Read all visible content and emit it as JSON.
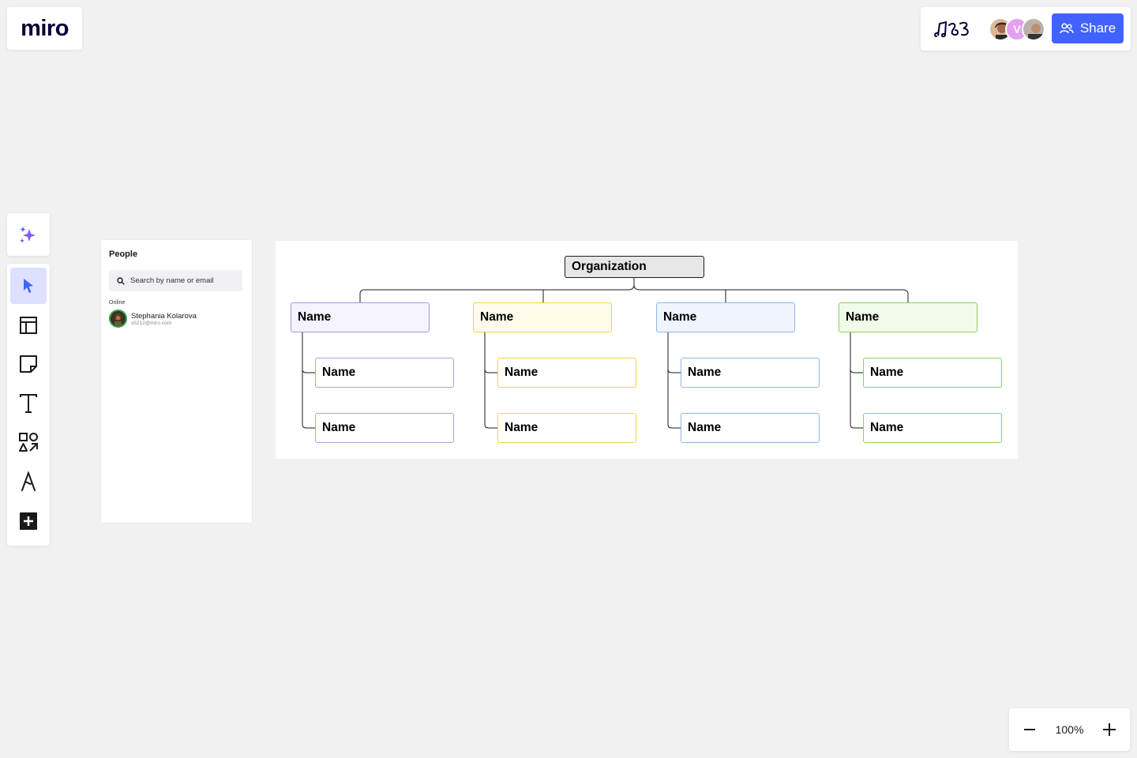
{
  "app": {
    "logo_text": "miro"
  },
  "header": {
    "reactions_icon": "collaboration-squiggle-icon",
    "avatars": [
      {
        "kind": "photo",
        "color": "#6b3b2a"
      },
      {
        "kind": "initial",
        "initial": "V",
        "color": "#e3a0f2"
      },
      {
        "kind": "photo",
        "color": "#3c3c3c"
      }
    ],
    "share_label": "Share",
    "share_color": "#4262ff"
  },
  "toolbar": {
    "ai_icon": "sparkles-icon",
    "tools": [
      {
        "name": "select",
        "icon": "cursor-icon",
        "active": true
      },
      {
        "name": "templates",
        "icon": "layout-icon",
        "active": false
      },
      {
        "name": "sticky-note",
        "icon": "sticky-note-icon",
        "active": false
      },
      {
        "name": "text",
        "icon": "text-icon",
        "active": false
      },
      {
        "name": "shapes",
        "icon": "shapes-icon",
        "active": false
      },
      {
        "name": "pen",
        "icon": "pen-icon",
        "active": false
      },
      {
        "name": "more",
        "icon": "plus-square-icon",
        "active": false
      }
    ]
  },
  "people": {
    "title": "People",
    "search_placeholder": "Search by name or email",
    "online_label": "Online",
    "users": [
      {
        "name": "Stephania Kolarova",
        "email": "s5212@miro.com"
      }
    ]
  },
  "org_chart": {
    "root_label": "Organization",
    "columns": [
      {
        "color": "#9c9ce0",
        "fill": "#f4f3ff",
        "child_border": "#a9a2e6",
        "head": "Name",
        "children": [
          "Name",
          "Name"
        ]
      },
      {
        "color": "#f5d547",
        "fill": "#fffbea",
        "child_border": "#f5d547",
        "head": "Name",
        "children": [
          "Name",
          "Name"
        ]
      },
      {
        "color": "#8fb7e8",
        "fill": "#eef5ff",
        "child_border": "#8fb7e8",
        "head": "Name",
        "children": [
          "Name",
          "Name"
        ]
      },
      {
        "color": "#8fcf5f",
        "fill": "#f1fbe9",
        "child_border": "#8fcf5f",
        "head": "Name",
        "children": [
          "Name",
          "Name"
        ]
      }
    ]
  },
  "zoom": {
    "level": "100%"
  }
}
